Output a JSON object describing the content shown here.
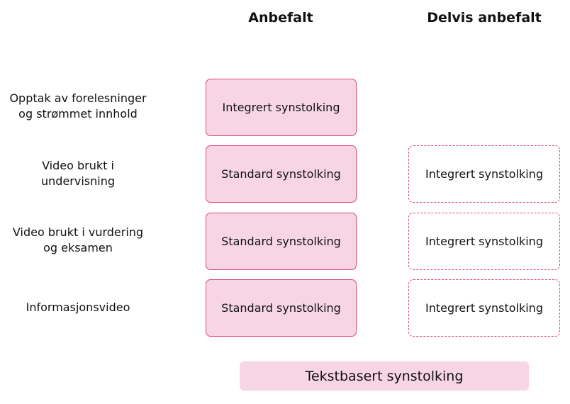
{
  "headers": {
    "recommended": "Anbefalt",
    "partially_recommended": "Delvis anbefalt"
  },
  "rows": [
    {
      "label_line1": "Opptak av forelesninger",
      "label_line2": "og strømmet innhold",
      "recommended": "Integrert synstolking",
      "partially_recommended": ""
    },
    {
      "label_line1": "Video brukt i",
      "label_line2": "undervisning",
      "recommended": "Standard synstolking",
      "partially_recommended": "Integrert synstolking"
    },
    {
      "label_line1": "Video brukt i vurdering",
      "label_line2": "og eksamen",
      "recommended": "Standard synstolking",
      "partially_recommended": "Integrert synstolking"
    },
    {
      "label_line1": "Informasjonsvideo",
      "label_line2": "",
      "recommended": "Standard synstolking",
      "partially_recommended": "Integrert synstolking"
    }
  ],
  "footer": {
    "label": "Tekstbasert synstolking"
  },
  "colors": {
    "box_fill": "#f8d5e4",
    "box_border": "#d9487a",
    "text": "#111111"
  }
}
